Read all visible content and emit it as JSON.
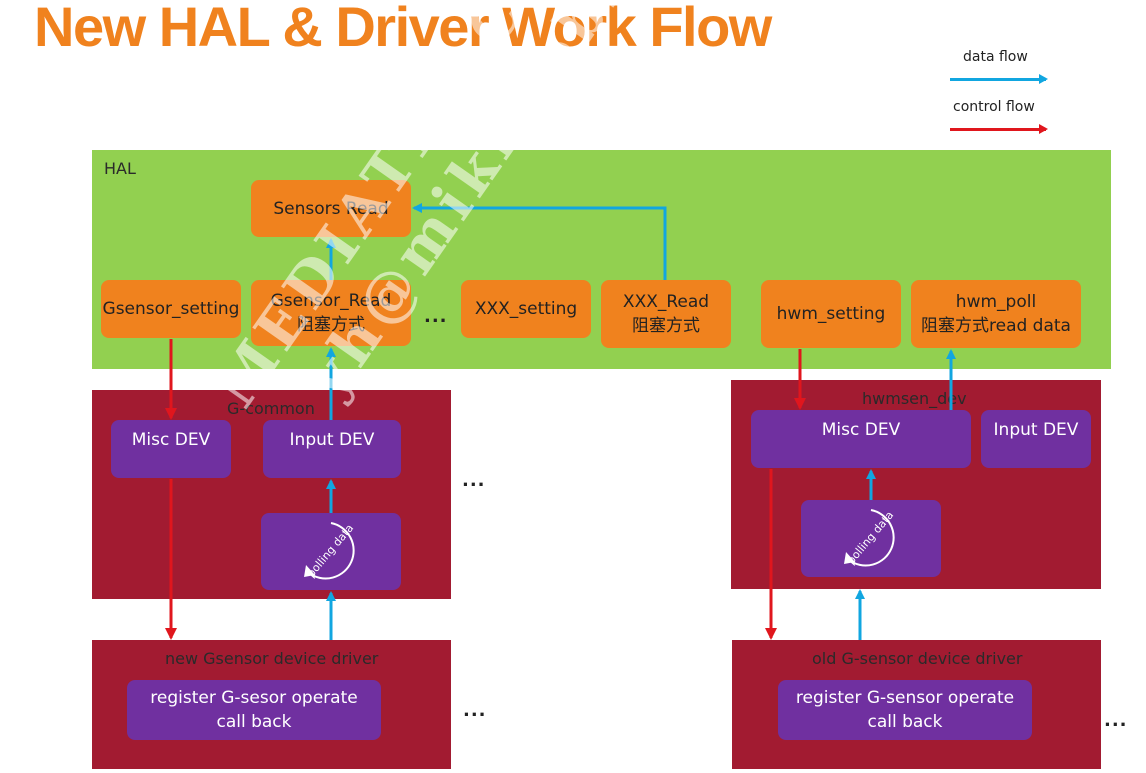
{
  "title": "New HAL & Driver Work Flow",
  "legend": {
    "data_flow": "data flow",
    "control_flow": "control flow"
  },
  "colors": {
    "hal_panel": "#92D050",
    "driver_panel": "#A21B31",
    "orange_box": "#F0821E",
    "purple_box": "#7030A0",
    "data_flow": "#11A6E0",
    "control_flow": "#E0161D",
    "title": "#F0821E"
  },
  "hal": {
    "label": "HAL",
    "sensors_read": "Sensors Read",
    "gsensor_setting": "Gsensor_setting",
    "gsensor_read": "Gsensor_Read",
    "gsensor_read_sub": "阻塞方式",
    "ellipsis": "...",
    "xxx_setting": "XXX_setting",
    "xxx_read": "XXX_Read",
    "xxx_read_sub": "阻塞方式",
    "hwm_setting": "hwm_setting",
    "hwm_poll": "hwm_poll",
    "hwm_poll_sub": "阻塞方式read data"
  },
  "gcommon": {
    "label": "G-common",
    "misc_dev": "Misc DEV",
    "input_dev": "Input DEV",
    "polling": "polling data",
    "ellipsis": "..."
  },
  "hwmsen": {
    "label": "hwmsen_dev",
    "misc_dev": "Misc DEV",
    "input_dev": "Input DEV",
    "polling": "polling data"
  },
  "new_driver": {
    "label": "new Gsensor device driver",
    "register": "register  G-sesor operate call back",
    "ellipsis": "..."
  },
  "old_driver": {
    "label": "old G-sensor device driver",
    "register": "register  G-sensor operate call back",
    "ellipsis": "..."
  },
  "watermark": [
    "MEDIATEK CONFIDENTIAL",
    "yh@mikimobile.com USE ONLY"
  ]
}
